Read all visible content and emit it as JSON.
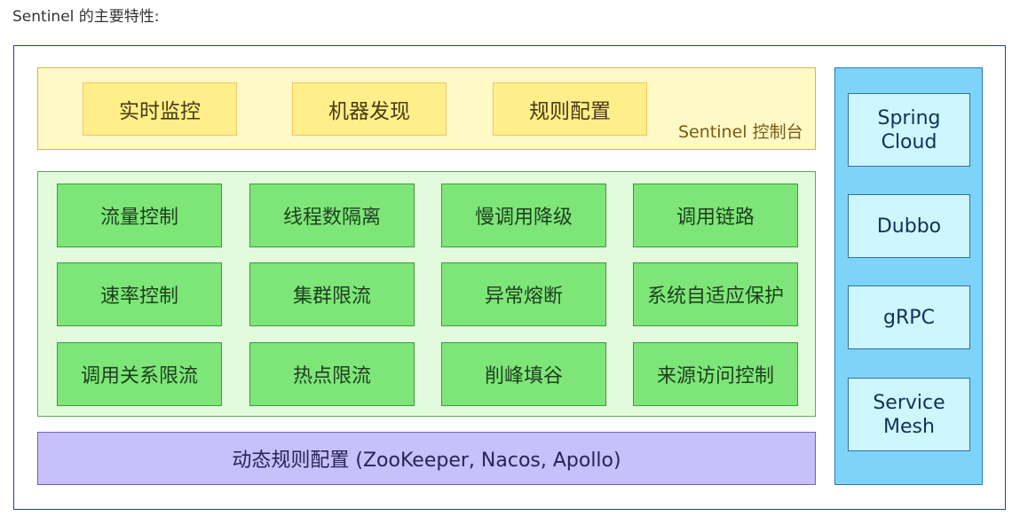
{
  "heading": "Sentinel 的主要特性:",
  "console": {
    "label": "Sentinel 控制台",
    "items": [
      "实时监控",
      "机器发现",
      "规则配置"
    ]
  },
  "features": {
    "rows": [
      [
        "流量控制",
        "线程数隔离",
        "慢调用降级",
        "调用链路"
      ],
      [
        "速率控制",
        "集群限流",
        "异常熔断",
        "系统自适应保护"
      ],
      [
        "调用关系限流",
        "热点限流",
        "削峰填谷",
        "来源访问控制"
      ]
    ]
  },
  "dynamic_rules": "动态规则配置 (ZooKeeper, Nacos, Apollo)",
  "adapters": [
    {
      "lines": [
        "Spring",
        "Cloud"
      ]
    },
    {
      "lines": [
        "Dubbo"
      ]
    },
    {
      "lines": [
        "gRPC"
      ]
    },
    {
      "lines": [
        "Service",
        "Mesh"
      ]
    }
  ],
  "colors": {
    "frame_border": "#1f3f8f",
    "console_bg": "#fff9c6",
    "console_box": "#ffef8a",
    "feature_bg": "#e3fbdd",
    "feature_box": "#7ee679",
    "dynamic_bg": "#c7c0fb",
    "adapter_panel": "#7ed3fa",
    "adapter_box": "#cdf6fd"
  }
}
